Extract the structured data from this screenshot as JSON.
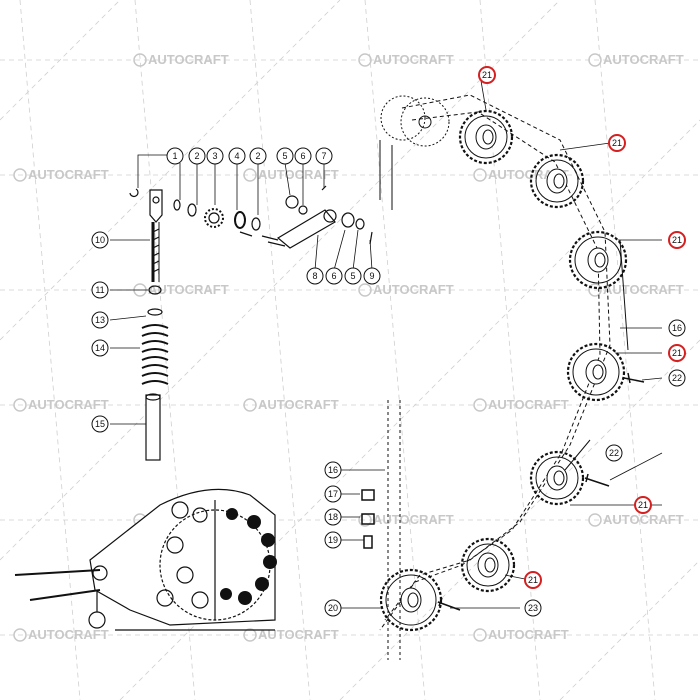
{
  "watermark": {
    "text": "AUTOCRAFT"
  },
  "callouts": [
    {
      "label": "1",
      "hl": false
    },
    {
      "label": "2",
      "hl": false
    },
    {
      "label": "3",
      "hl": false
    },
    {
      "label": "4",
      "hl": false
    },
    {
      "label": "2",
      "hl": false
    },
    {
      "label": "5",
      "hl": false
    },
    {
      "label": "6",
      "hl": false
    },
    {
      "label": "7",
      "hl": false
    },
    {
      "label": "10",
      "hl": false
    },
    {
      "label": "8",
      "hl": false
    },
    {
      "label": "6",
      "hl": false
    },
    {
      "label": "5",
      "hl": false
    },
    {
      "label": "9",
      "hl": false
    },
    {
      "label": "11",
      "hl": false
    },
    {
      "label": "13",
      "hl": false
    },
    {
      "label": "14",
      "hl": false
    },
    {
      "label": "15",
      "hl": false
    },
    {
      "label": "21",
      "hl": true
    },
    {
      "label": "21",
      "hl": true
    },
    {
      "label": "21",
      "hl": true
    },
    {
      "label": "16",
      "hl": false
    },
    {
      "label": "21",
      "hl": true
    },
    {
      "label": "22",
      "hl": false
    },
    {
      "label": "22",
      "hl": false
    },
    {
      "label": "21",
      "hl": true
    },
    {
      "label": "21",
      "hl": true
    },
    {
      "label": "23",
      "hl": false
    },
    {
      "label": "16",
      "hl": false
    },
    {
      "label": "17",
      "hl": false
    },
    {
      "label": "18",
      "hl": false
    },
    {
      "label": "19",
      "hl": false
    },
    {
      "label": "20",
      "hl": false
    }
  ],
  "colors": {
    "highlight": "#d42020",
    "line": "#111111",
    "watermark": "#c8c8c8"
  }
}
